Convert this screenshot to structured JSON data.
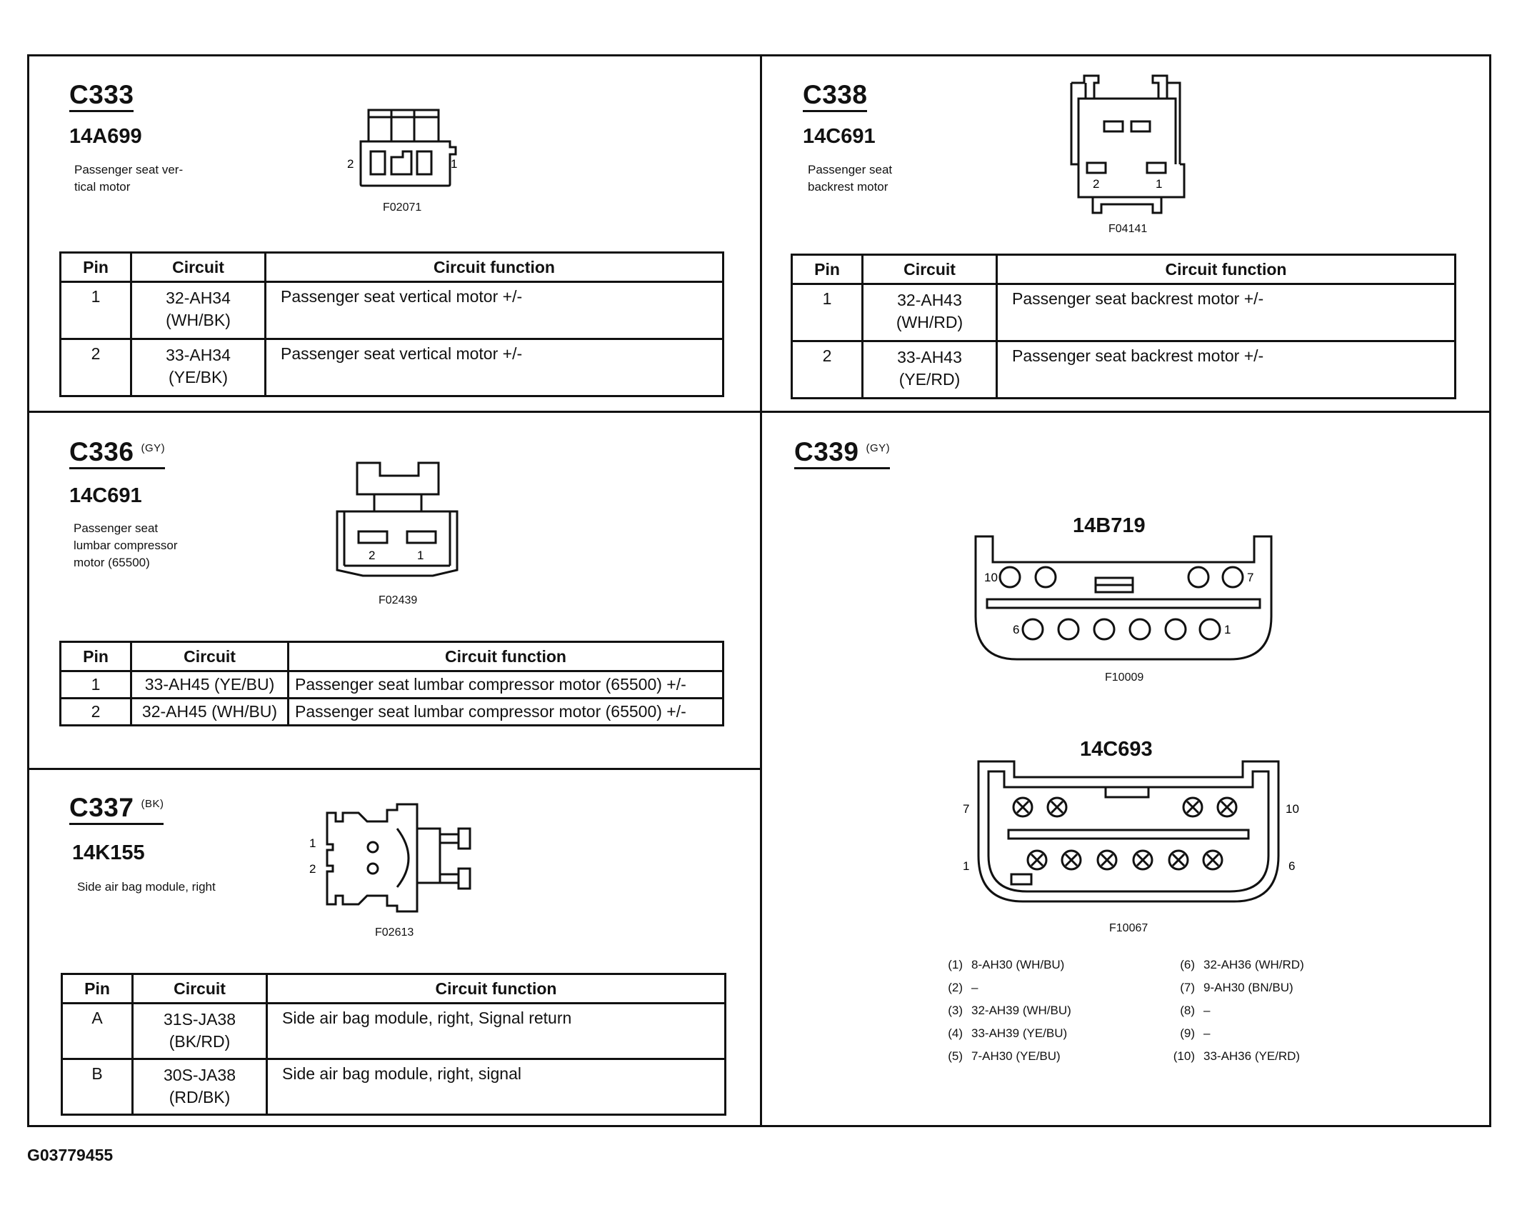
{
  "footer_id": "G03779455",
  "connectors": {
    "c333": {
      "code": "C333",
      "color_tag": "",
      "part": "14A699",
      "desc": [
        "Passenger seat ver-",
        "tical motor"
      ],
      "figure": "F02071",
      "pin_labels": [
        "2",
        "1"
      ],
      "headers": [
        "Pin",
        "Circuit",
        "Circuit function"
      ],
      "rows": [
        {
          "pin": "1",
          "circuit": [
            "32-AH34",
            "(WH/BK)"
          ],
          "function": "Passenger seat vertical motor +/-"
        },
        {
          "pin": "2",
          "circuit": [
            "33-AH34",
            "(YE/BK)"
          ],
          "function": "Passenger seat vertical motor +/-"
        }
      ]
    },
    "c338": {
      "code": "C338",
      "color_tag": "",
      "part": "14C691",
      "desc": [
        "Passenger seat",
        "backrest motor"
      ],
      "figure": "F04141",
      "pin_labels": [
        "2",
        "1"
      ],
      "headers": [
        "Pin",
        "Circuit",
        "Circuit function"
      ],
      "rows": [
        {
          "pin": "1",
          "circuit": [
            "32-AH43",
            "(WH/RD)"
          ],
          "function": "Passenger seat backrest motor +/-"
        },
        {
          "pin": "2",
          "circuit": [
            "33-AH43",
            "(YE/RD)"
          ],
          "function": "Passenger seat backrest motor +/-"
        }
      ]
    },
    "c336": {
      "code": "C336",
      "color_tag": "(GY)",
      "part": "14C691",
      "desc": [
        "Passenger seat",
        "lumbar compressor",
        "motor (65500)"
      ],
      "figure": "F02439",
      "pin_labels": [
        "2",
        "1"
      ],
      "headers": [
        "Pin",
        "Circuit",
        "Circuit function"
      ],
      "rows": [
        {
          "pin": "1",
          "circuit": "33-AH45 (YE/BU)",
          "function": "Passenger seat lumbar compressor motor (65500) +/-"
        },
        {
          "pin": "2",
          "circuit": "32-AH45 (WH/BU)",
          "function": "Passenger seat lumbar compressor motor (65500) +/-"
        }
      ]
    },
    "c337": {
      "code": "C337",
      "color_tag": "(BK)",
      "part": "14K155",
      "desc": [
        "Side air bag module, right"
      ],
      "figure": "F02613",
      "pin_labels": [
        "1",
        "2"
      ],
      "headers": [
        "Pin",
        "Circuit",
        "Circuit function"
      ],
      "rows": [
        {
          "pin": "A",
          "circuit": [
            "31S-JA38",
            "(BK/RD)"
          ],
          "function": "Side air bag module, right, Signal return"
        },
        {
          "pin": "B",
          "circuit": [
            "30S-JA38",
            "(RD/BK)"
          ],
          "function": "Side air bag module, right, signal"
        }
      ]
    },
    "c339": {
      "code": "C339",
      "color_tag": "(GY)",
      "top": {
        "part": "14B719",
        "figure": "F10009",
        "pin_labels": [
          "10",
          "7",
          "6",
          "1"
        ]
      },
      "bottom": {
        "part": "14C693",
        "figure": "F10067",
        "pin_labels": [
          "7",
          "10",
          "1",
          "6"
        ]
      },
      "pins_left": [
        {
          "n": "(1)",
          "v": "8-AH30 (WH/BU)"
        },
        {
          "n": "(2)",
          "v": "–"
        },
        {
          "n": "(3)",
          "v": "32-AH39 (WH/BU)"
        },
        {
          "n": "(4)",
          "v": "33-AH39 (YE/BU)"
        },
        {
          "n": "(5)",
          "v": "7-AH30 (YE/BU)"
        }
      ],
      "pins_right": [
        {
          "n": "(6)",
          "v": "32-AH36 (WH/RD)"
        },
        {
          "n": "(7)",
          "v": "9-AH30 (BN/BU)"
        },
        {
          "n": "(8)",
          "v": "–"
        },
        {
          "n": "(9)",
          "v": "–"
        },
        {
          "n": "(10)",
          "v": "33-AH36 (YE/RD)"
        }
      ]
    }
  }
}
